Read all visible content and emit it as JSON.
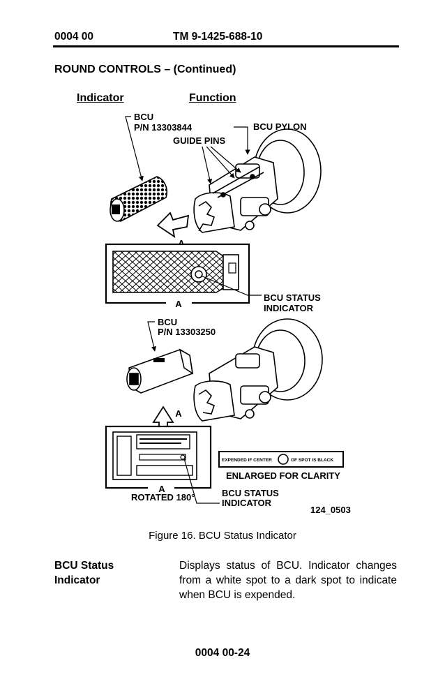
{
  "header": {
    "work_package": "0004 00",
    "manual_number": "TM 9-1425-688-10"
  },
  "section_title": "ROUND CONTROLS – (Continued)",
  "columns": {
    "indicator": "Indicator",
    "function": "Function"
  },
  "figure": {
    "top": {
      "bcu_label": "BCU",
      "part_number": "P/N  13303844",
      "pylon_label": "BCU  PYLON",
      "guide_pins_label": "GUIDE  PINS",
      "view_letter": "A",
      "detail_letter": "A",
      "status_label_line1": "BCU  STATUS",
      "status_label_line2": "INDICATOR"
    },
    "bottom": {
      "bcu_label": "BCU",
      "part_number": "P/N  13303250",
      "view_letter": "A",
      "detail_letter": "A",
      "rotated_label": "ROTATED  180°",
      "status_label_line1": "BCU  STATUS",
      "status_label_line2": "INDICATOR",
      "expended_left": "EXPENDED IF CENTER",
      "expended_right": "OF SPOT IS BLACK",
      "enlarged_label": "ENLARGED  FOR  CLARITY",
      "figure_id": "124_0503"
    }
  },
  "caption": "Figure 16.  BCU Status Indicator",
  "definition": {
    "term_line1": "BCU Status",
    "term_line2": "Indicator",
    "description": "Displays status of BCU. Indicator changes from a white spot to a dark spot to indicate when BCU is expended."
  },
  "footer": {
    "page_number": "0004 00-24"
  }
}
